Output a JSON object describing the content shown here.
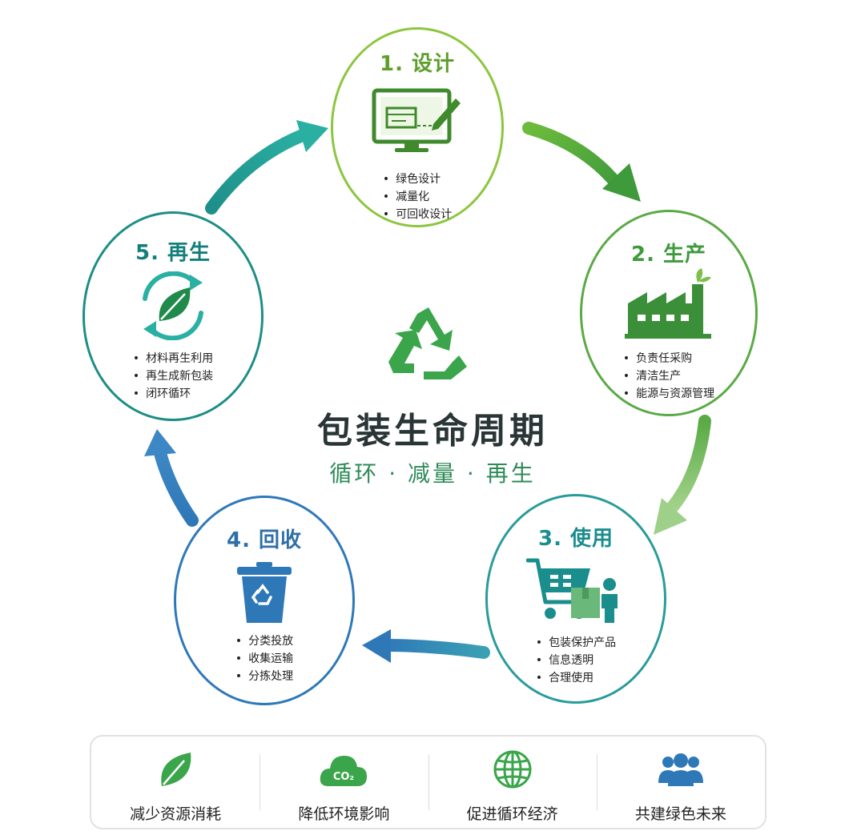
{
  "diagram": {
    "title": "包装生命周期",
    "subtitle": "循环 · 减量 · 再生",
    "stages": [
      {
        "id": "design",
        "title": "1. 设计",
        "items": [
          "绿色设计",
          "减量化",
          "可回收设计"
        ],
        "color": "#8cc63f"
      },
      {
        "id": "produce",
        "title": "2. 生产",
        "items": [
          "负责任采购",
          "清洁生产",
          "能源与资源管理"
        ],
        "color": "#5aaa45"
      },
      {
        "id": "use",
        "title": "3. 使用",
        "items": [
          "包装保护产品",
          "信息透明",
          "合理使用"
        ],
        "color": "#2a9b9b"
      },
      {
        "id": "recycle",
        "title": "4. 回收",
        "items": [
          "分类投放",
          "收集运输",
          "分拣处理"
        ],
        "color": "#2f78b8"
      },
      {
        "id": "regen",
        "title": "5. 再生",
        "items": [
          "材料再生利用",
          "再生成新包装",
          "闭环循环"
        ],
        "color": "#1d8e87"
      }
    ]
  },
  "benefits": [
    {
      "label": "减少资源消耗",
      "icon": "leaf-icon"
    },
    {
      "label": "降低环境影响",
      "icon": "co2-cloud-icon",
      "icon_text": "CO₂"
    },
    {
      "label": "促进循环经济",
      "icon": "globe-icon"
    },
    {
      "label": "共建绿色未来",
      "icon": "people-icon"
    }
  ]
}
